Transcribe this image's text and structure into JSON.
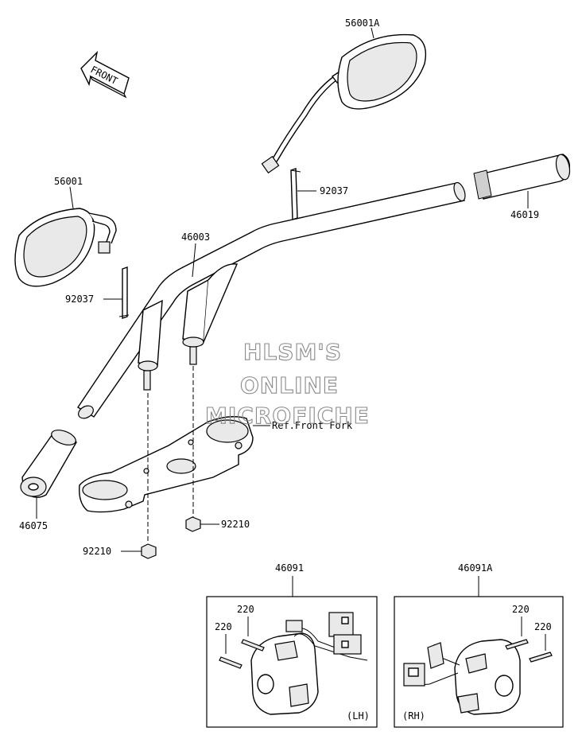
{
  "labels": {
    "p56001A": "56001A",
    "p56001": "56001",
    "p92037a": "92037",
    "p92037b": "92037",
    "p46003": "46003",
    "p46019": "46019",
    "p46075": "46075",
    "p92210a": "92210",
    "p92210b": "92210",
    "p46091": "46091",
    "p46091A": "46091A",
    "p220a": "220",
    "p220b": "220",
    "p220c": "220",
    "p220d": "220",
    "ref_front_fork": "Ref.Front Fork",
    "lh": "(LH)",
    "rh": "(RH)",
    "front": "FRONT"
  },
  "watermark": {
    "line1": "HLSM'S",
    "line2": "ONLINE",
    "line3": "MICROFICHE"
  },
  "colors": {
    "line": "#000000",
    "watermark": "#8a8a8a",
    "background": "#ffffff"
  }
}
